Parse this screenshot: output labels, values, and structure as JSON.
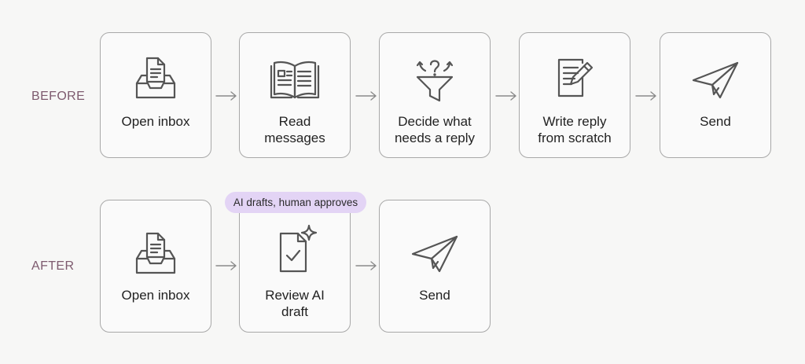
{
  "rows": {
    "before": {
      "label": "BEFORE",
      "steps": [
        {
          "label": "Open inbox",
          "icon": "inbox-icon"
        },
        {
          "label": "Read\nmessages",
          "icon": "open-book-icon"
        },
        {
          "label": "Decide what\nneeds a reply",
          "icon": "funnel-decision-icon"
        },
        {
          "label": "Write reply\nfrom scratch",
          "icon": "write-document-icon"
        },
        {
          "label": "Send",
          "icon": "paper-plane-icon"
        }
      ]
    },
    "after": {
      "label": "AFTER",
      "badge": "AI drafts, human approves",
      "steps": [
        {
          "label": "Open inbox",
          "icon": "inbox-icon"
        },
        {
          "label": "Review AI\ndraft",
          "icon": "ai-draft-check-icon"
        },
        {
          "label": "Send",
          "icon": "paper-plane-icon"
        }
      ]
    }
  },
  "colors": {
    "row_label": "#7d5a6e",
    "card_border": "#a8a8a8",
    "badge_background": "#e3d4f5",
    "icon_stroke": "#555555",
    "arrow": "#8a8a8a"
  }
}
